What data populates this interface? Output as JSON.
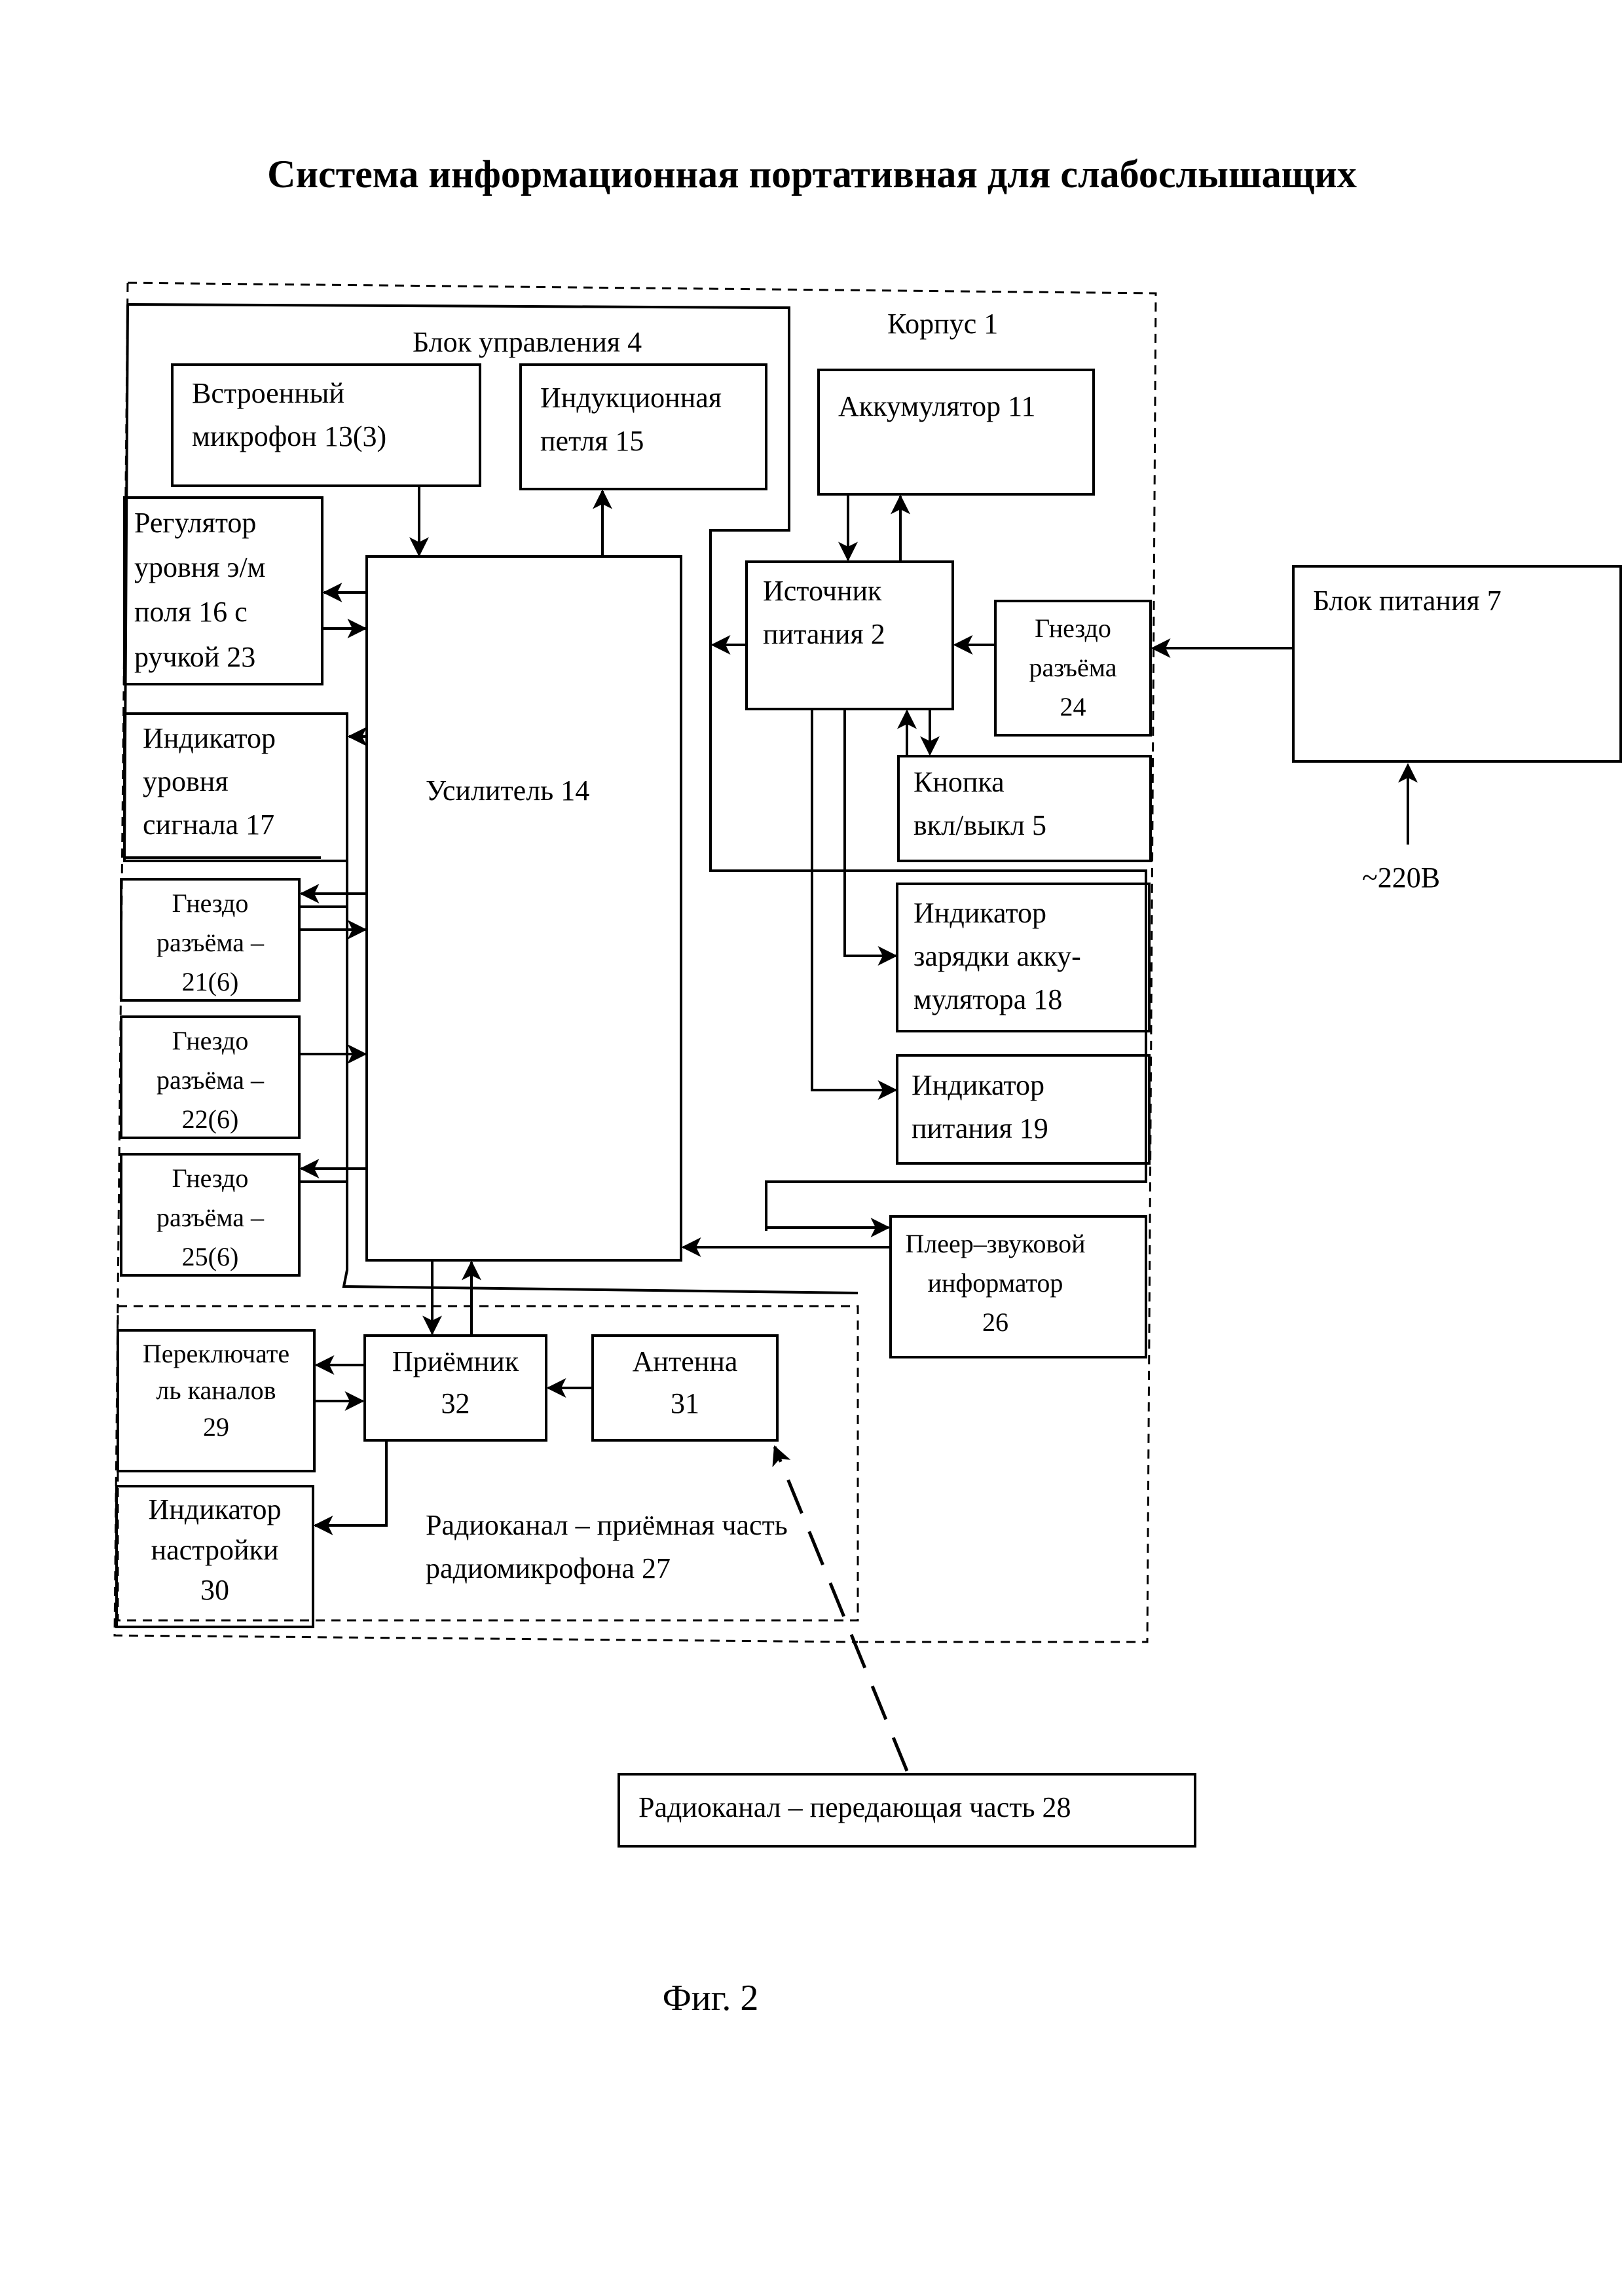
{
  "title": "Система информационная портативная для слабослышащих",
  "figure_caption": "Фиг. 2",
  "blocks": {
    "korpus": "Корпус  1",
    "blok_upravleniya": "Блок управления  4",
    "mikrofon": "Встроенный\nмикрофон  13(3)",
    "petlya": "Индукционная\nпетля  15",
    "akkumulyator": "Аккумулятор  11",
    "regulyator": "Регулятор\nуровня э/м\nполя 16 с\nручкой  23",
    "istochnik": "Источник\nпитания  2",
    "gnezdo24": "Гнездо\nразъёма\n24",
    "blok_pitaniya": "Блок питания  7",
    "indikator17": "Индикатор\nуровня\nсигнала  17",
    "usilitel": "Усилитель  14",
    "knopka": "Кнопка\nвкл/выкл  5",
    "voltage": "~220В",
    "gnezdo21": "Гнездо\nразъёма –\n21(6)",
    "indikator18": "Индикатор\nзарядки акку-\nмулятора  18",
    "gnezdo22": "Гнездо\nразъёма –\n22(6)",
    "indikator19": "Индикатор\nпитания  19",
    "gnezdo25": "Гнездо\nразъёма –\n25(6)",
    "pleer": "Плеер–звуковой\nинформатор\n26",
    "pereklyuchatel": "Переключате\nль каналов\n29",
    "priemnik": "Приёмник\n32",
    "antenna": "Антенна\n31",
    "indikator30": "Индикатор\nнастройки\n30",
    "radio_priem": "Радиоканал – приёмная часть\nрадиомикрофона  27",
    "radio_pered": "Радиоканал – передающая часть  28"
  }
}
